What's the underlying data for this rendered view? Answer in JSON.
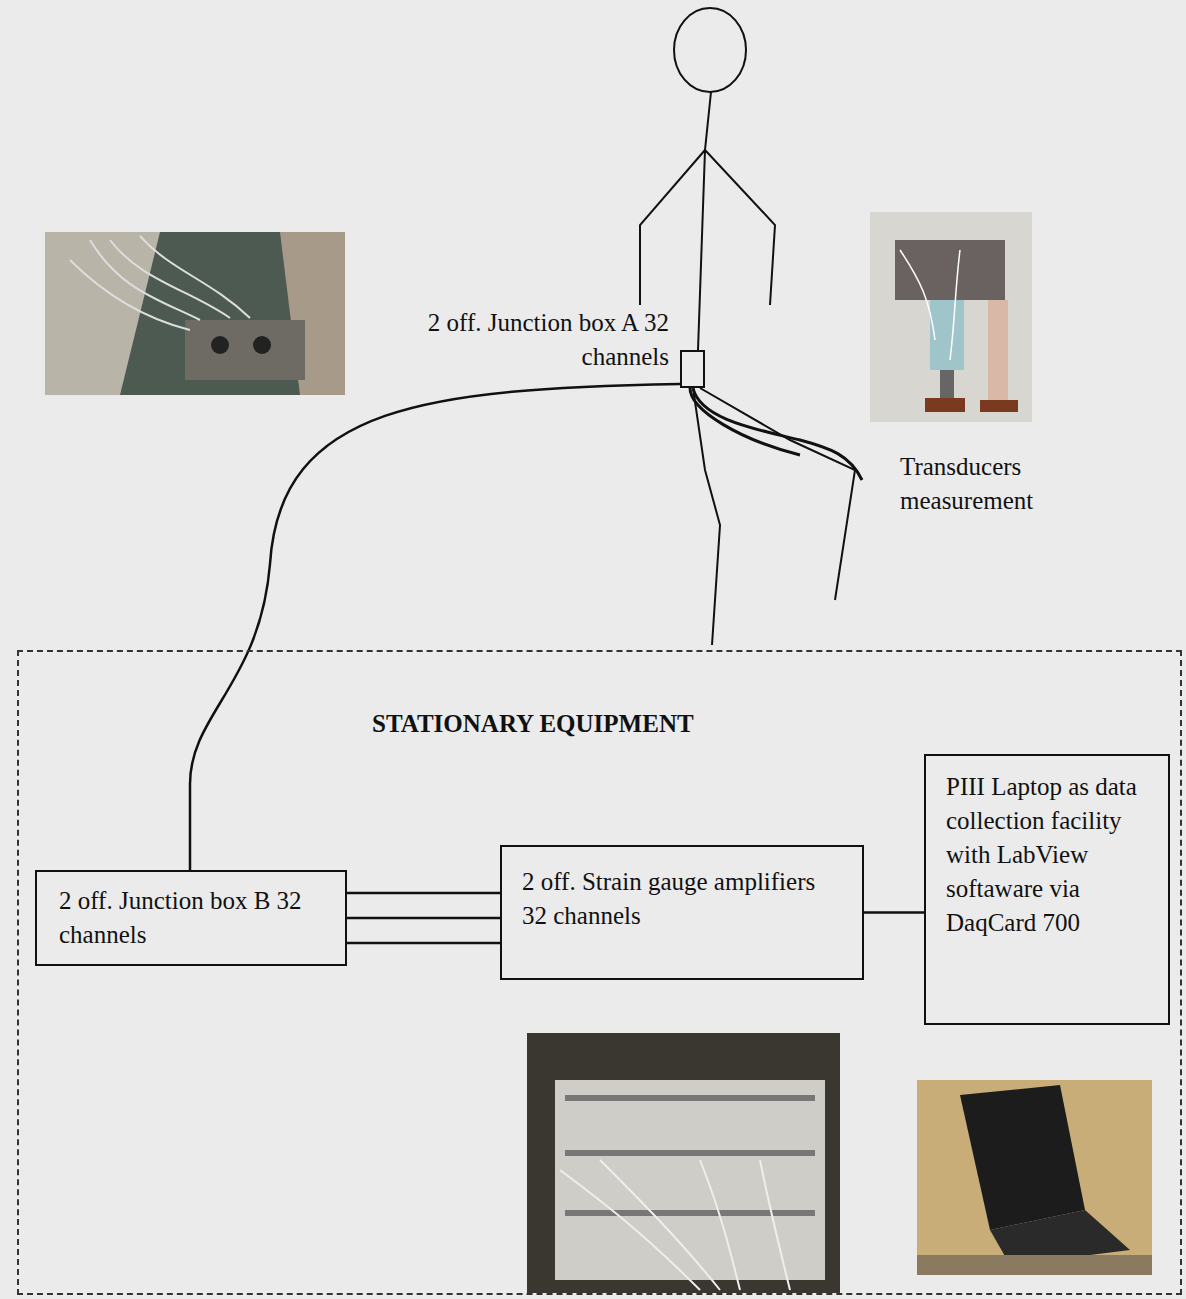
{
  "diagram": {
    "nodes": [
      {
        "text": [
          "2 off. Junction box A 32 channels"
        ]
      },
      {
        "text": [
          "STATIONARY EQUIPMENT"
        ]
      },
      {
        "text": [
          "2 off. Junction box B 32 channels"
        ],
        "in": 1
      },
      {
        "text": [
          "2 off. Strain gauge amplifiers 32 channels"
        ],
        "in": 1
      },
      {
        "text": [
          "PIII Laptop as data collection facility with LabView softaware via DaqCard 700"
        ],
        "in": 1
      }
    ],
    "edges": [
      {
        "from": 0,
        "to": 2,
        "arrow": "none"
      },
      {
        "from": 2,
        "to": 3,
        "arrow": "none"
      },
      {
        "from": 3,
        "to": 4,
        "arrow": "none"
      }
    ],
    "labels": [
      "Transducers measurement"
    ]
  }
}
